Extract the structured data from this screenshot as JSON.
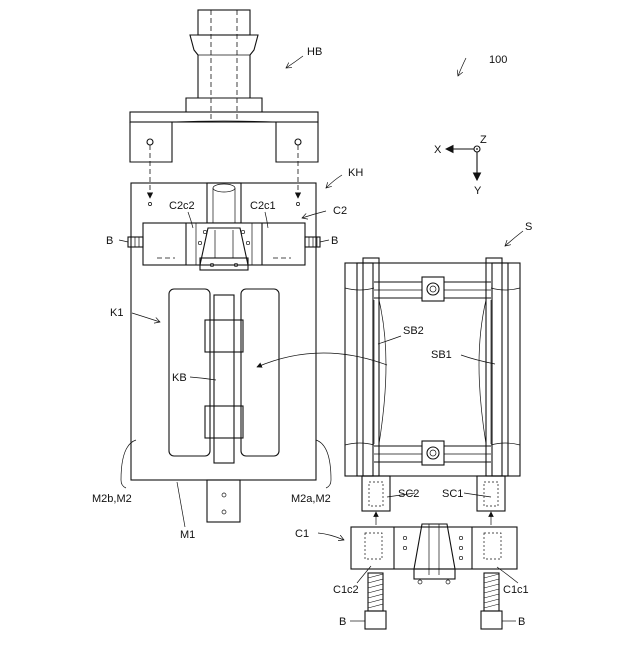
{
  "labels": {
    "ref_100": "100",
    "HB": "HB",
    "KH": "KH",
    "C2": "C2",
    "C2c2": "C2c2",
    "C2c1": "C2c1",
    "B_left": "B",
    "B_right": "B",
    "K1": "K1",
    "KB": "KB",
    "M2b": "M2b,M2",
    "M2a": "M2a,M2",
    "M1": "M1",
    "S": "S",
    "SB2": "SB2",
    "SB1": "SB1",
    "SC2": "SC2",
    "SC1": "SC1",
    "C1": "C1",
    "C1c2": "C1c2",
    "C1c1": "C1c1",
    "B_bottom_left": "B",
    "B_bottom_right": "B"
  },
  "axes": {
    "x": "X",
    "y": "Y",
    "z": "Z"
  }
}
